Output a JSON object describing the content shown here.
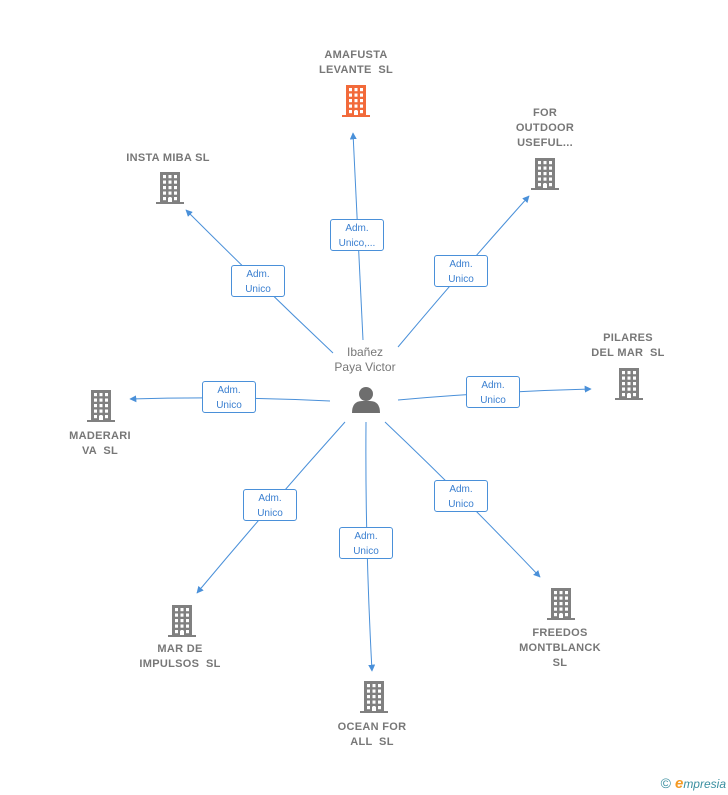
{
  "center": {
    "name_line1": "Ibañez",
    "name_line2": "Paya Victor",
    "icon": "person-icon"
  },
  "colors": {
    "edge": "#4a90d9",
    "building": "#808080",
    "building_highlight": "#f26a3a"
  },
  "nodes": [
    {
      "id": "amafusta",
      "line1": "AMAFUSTA",
      "line2": "LEVANTE  SL",
      "line3": "",
      "highlight": true,
      "icon": "building-icon",
      "edge_line1": "Adm.",
      "edge_line2": "Unico,..."
    },
    {
      "id": "for-outdoor",
      "line1": "FOR",
      "line2": "OUTDOOR",
      "line3": "USEFUL...",
      "highlight": false,
      "icon": "building-icon",
      "edge_line1": "Adm.",
      "edge_line2": "Unico"
    },
    {
      "id": "pilares",
      "line1": "PILARES",
      "line2": "DEL MAR  SL",
      "line3": "",
      "highlight": false,
      "icon": "building-icon",
      "edge_line1": "Adm.",
      "edge_line2": "Unico"
    },
    {
      "id": "freedos",
      "line1": "FREEDOS",
      "line2": "MONTBLANCK",
      "line3": "SL",
      "highlight": false,
      "icon": "building-icon",
      "edge_line1": "Adm.",
      "edge_line2": "Unico"
    },
    {
      "id": "ocean",
      "line1": "OCEAN FOR",
      "line2": "ALL  SL",
      "line3": "",
      "highlight": false,
      "icon": "building-icon",
      "edge_line1": "Adm.",
      "edge_line2": "Unico"
    },
    {
      "id": "mar-impulsos",
      "line1": "MAR DE",
      "line2": "IMPULSOS  SL",
      "line3": "",
      "highlight": false,
      "icon": "building-icon",
      "edge_line1": "Adm.",
      "edge_line2": "Unico"
    },
    {
      "id": "maderariva",
      "line1": "MADERARI",
      "line2": "VA  SL",
      "line3": "",
      "highlight": false,
      "icon": "building-icon",
      "edge_line1": "Adm.",
      "edge_line2": "Unico"
    },
    {
      "id": "insta-miba",
      "line1": "INSTA MIBA SL",
      "line2": "",
      "line3": "",
      "highlight": false,
      "icon": "building-icon",
      "edge_line1": "Adm.",
      "edge_line2": "Unico"
    }
  ],
  "footer": {
    "copyright": "©",
    "brand_first": "e",
    "brand_rest": "mpresia"
  }
}
